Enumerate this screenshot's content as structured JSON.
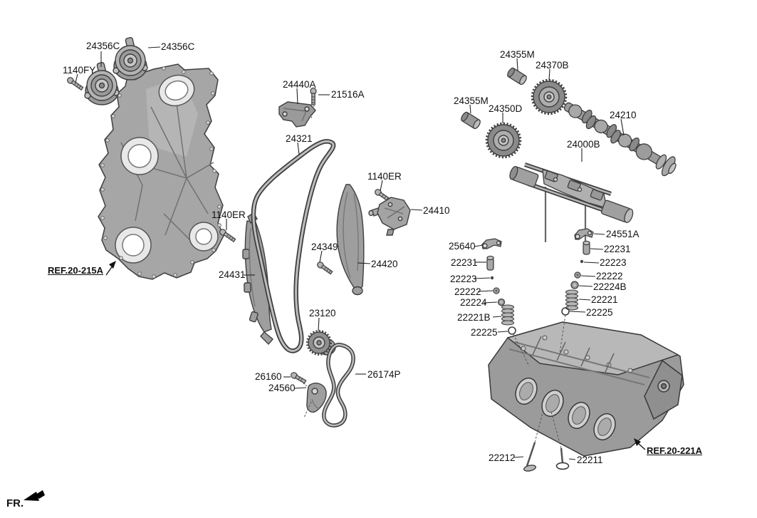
{
  "diagram_type": "engine-timing-chain-and-valvetrain-parts-diagram",
  "colors": {
    "line": "#3f3f3f",
    "part_fill": "#a6a6a6",
    "part_light": "#c9c9c9",
    "text": "#111111"
  },
  "fr": "FR.",
  "refs": {
    "ref_215a": "REF.20-215A",
    "ref_221a": "REF.20-221A"
  },
  "labels": {
    "cvvt_left": "24356C",
    "cvvt_right": "24356C",
    "bolt_1140fy": "1140FY",
    "bracket_24440a": "24440A",
    "bolt_21516a": "21516A",
    "timing_chain_24321": "24321",
    "plug_24355m_top": "24355M",
    "cam_sprocket_24370b": "24370B",
    "plug_24355m_left": "24355M",
    "cam_sprocket_24350d": "24350D",
    "camshaft_24210": "24210",
    "cam_carrier_24000b": "24000B",
    "bolt_1140er_right": "1140ER",
    "tensioner_24410": "24410",
    "bolt_1140er_left": "1140ER",
    "bolt_24349": "24349",
    "guide_24420": "24420",
    "guide_24431": "24431",
    "rocker_25640": "25640",
    "follower_24551a": "24551A",
    "hla_22231_left": "22231",
    "hla_22231_right": "22231",
    "key_22223_left": "22223",
    "key_22223_right": "22223",
    "retainer_22222_left": "22222",
    "retainer_22222_right": "22222",
    "seat_22224": "22224",
    "seat_22224b": "22224B",
    "spring_22221b": "22221B",
    "spring_22221": "22221",
    "seal_22225_left": "22225",
    "seal_22225_right": "22225",
    "crank_sprocket_23120": "23120",
    "bolt_26160": "26160",
    "tensioner_24560": "24560",
    "oil_chain_26174p": "26174P",
    "valve_22212": "22212",
    "valve_22211": "22211"
  }
}
